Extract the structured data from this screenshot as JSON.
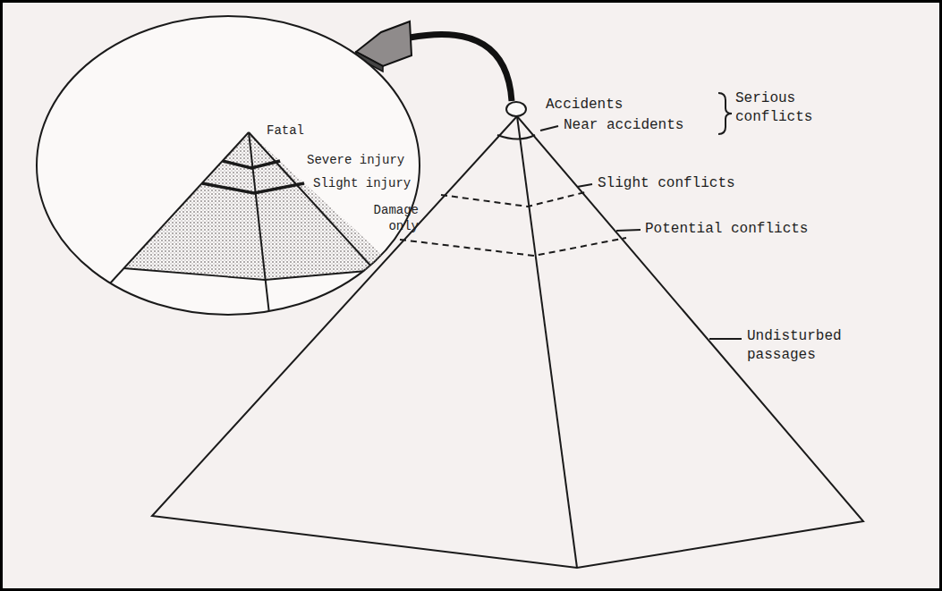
{
  "diagram": {
    "labels": [
      "Accidents",
      "Near accidents",
      "Serious conflicts",
      "Slight conflicts",
      "Potential conflicts",
      "Undisturbed passages",
      "Fatal",
      "Severe injury",
      "Slight injury",
      "Damage only"
    ]
  }
}
